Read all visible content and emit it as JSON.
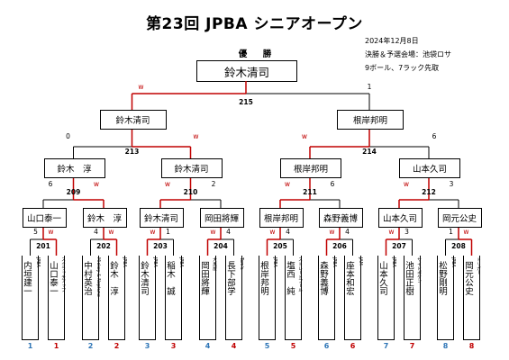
{
  "title": "第23回 JPBA シニアオープン",
  "info": [
    "2024年12月8日",
    "決勝＆予選会場：池袋ロサ",
    "9ボール、7ラック先取"
  ],
  "champion_label": "優　勝",
  "champion": "鈴木清司",
  "final": {
    "number": "215",
    "left": "鈴木清司",
    "right": "根岸邦明",
    "left_mark": "w",
    "right_mark": "1"
  },
  "semis": [
    {
      "number": "213",
      "left": "鈴木　淳",
      "right": "鈴木清司",
      "left_mark": "0",
      "right_mark": "w"
    },
    {
      "number": "214",
      "left": "根岸邦明",
      "right": "山本久司",
      "left_mark": "w",
      "right_mark": "6"
    }
  ],
  "quarters": [
    {
      "number": "209",
      "left": "山口泰一",
      "right": "鈴木　淳",
      "left_mark": "6",
      "right_mark": "w"
    },
    {
      "number": "210",
      "left": "鈴木清司",
      "right": "岡田將輝",
      "left_mark": "w",
      "right_mark": "2"
    },
    {
      "number": "211",
      "left": "根岸邦明",
      "right": "森野義博",
      "left_mark": "w",
      "right_mark": "6"
    },
    {
      "number": "212",
      "left": "山本久司",
      "right": "岡元公史",
      "left_mark": "w",
      "right_mark": "3"
    }
  ],
  "first_round": [
    {
      "number": "201",
      "left_mark": "5",
      "right_mark": "w"
    },
    {
      "number": "202",
      "left_mark": "4",
      "right_mark": "w"
    },
    {
      "number": "203",
      "left_mark": "w",
      "right_mark": "1"
    },
    {
      "number": "204",
      "left_mark": "w",
      "right_mark": "4"
    },
    {
      "number": "205",
      "left_mark": "w",
      "right_mark": "4"
    },
    {
      "number": "206",
      "left_mark": "w",
      "right_mark": "4"
    },
    {
      "number": "207",
      "left_mark": "w",
      "right_mark": "3"
    },
    {
      "number": "208",
      "left_mark": "1",
      "right_mark": "w"
    }
  ],
  "players": [
    {
      "name": "内垣建一",
      "team": "JPBA",
      "seed": "1",
      "seed_color": "#2e75b6"
    },
    {
      "name": "山口泰一",
      "team": "スクラッチアップ",
      "seed": "1",
      "seed_color": "#c00000"
    },
    {
      "name": "中村英治",
      "team": "Mickey & Neptune",
      "seed": "2",
      "seed_color": "#2e75b6"
    },
    {
      "name": "鈴木　淳",
      "team": "JPBA",
      "seed": "2",
      "seed_color": "#c00000"
    },
    {
      "name": "鈴木清司",
      "team": "JPBA",
      "seed": "3",
      "seed_color": "#2e75b6"
    },
    {
      "name": "稲木　誠",
      "team": "JPBA",
      "seed": "3",
      "seed_color": "#c00000"
    },
    {
      "name": "岡田將輝",
      "team": "大黒屋",
      "seed": "4",
      "seed_color": "#2e75b6"
    },
    {
      "name": "長下部学",
      "team": "Tom's",
      "seed": "4",
      "seed_color": "#c00000"
    },
    {
      "name": "根岸邦明",
      "team": "JPBA",
      "seed": "5",
      "seed_color": "#2e75b6"
    },
    {
      "name": "塩西　純",
      "team": "ストレートプール",
      "seed": "5",
      "seed_color": "#c00000"
    },
    {
      "name": "森野義博",
      "team": "JPBA",
      "seed": "6",
      "seed_color": "#2e75b6"
    },
    {
      "name": "座本和宏",
      "team": "JAM",
      "seed": "6",
      "seed_color": "#c00000"
    },
    {
      "name": "山本久司",
      "team": "JPBA",
      "seed": "7",
      "seed_color": "#2e75b6"
    },
    {
      "name": "池田正樹",
      "team": "サイドポケン",
      "seed": "7",
      "seed_color": "#c00000"
    },
    {
      "name": "松野剛明",
      "team": "JPBA",
      "seed": "8",
      "seed_color": "#2e75b6"
    },
    {
      "name": "岡元公史",
      "team": "トリガー",
      "seed": "8",
      "seed_color": "#c00000"
    }
  ],
  "colors": {
    "winner_line": "#c00000",
    "line": "#000000",
    "blue_seed": "#2e75b6",
    "red_seed": "#c00000"
  }
}
